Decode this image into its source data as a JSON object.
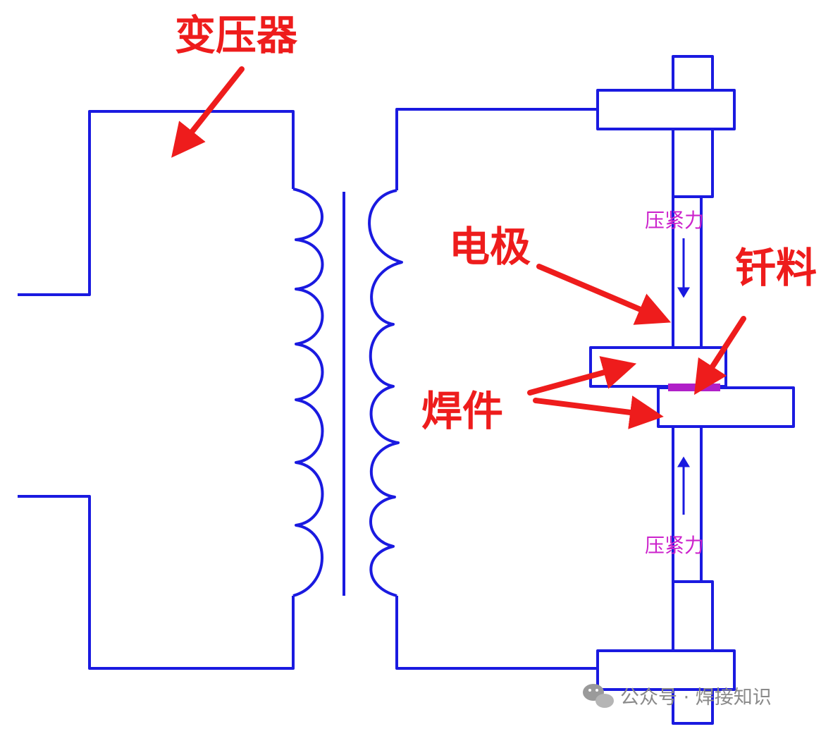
{
  "labels": {
    "transformer": "变压器",
    "electrode": "电极",
    "solder": "钎料",
    "workpiece": "焊件",
    "force_top": "压紧力",
    "force_bottom": "压紧力"
  },
  "watermark": {
    "text": "公众号 · 焊接知识",
    "icon": "wechat-icon"
  },
  "colors": {
    "wire": "#1a1ae0",
    "label": "#ee1c1c",
    "force_label": "#cc22cc",
    "solder_fill": "#b020c8",
    "watermark": "#8a8a8a"
  }
}
